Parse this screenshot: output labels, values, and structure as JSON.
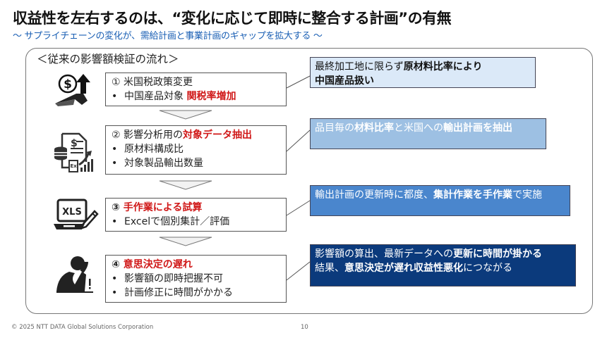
{
  "header": {
    "title": "収益性を左右するのは、“変化に応じて即時に整合する計画”の有無",
    "subtitle": "～ サプライチェーンの変化が、需給計画と事業計画のギャップを拡大する ～"
  },
  "frame": {
    "label": "＜従来の影響額検証の流れ＞"
  },
  "steps": [
    {
      "icon": "dollar-up-arrow-icon",
      "heading_prefix": "① 米国税政策変更",
      "heading_highlight": "",
      "bullets": [
        {
          "text": "中国産品対象 ",
          "highlight": "関税率増加"
        }
      ]
    },
    {
      "icon": "data-document-chart-icon",
      "heading_prefix": "② 影響分析用の",
      "heading_highlight": "対象データ抽出",
      "bullets": [
        {
          "text": "原材料構成比",
          "highlight": ""
        },
        {
          "text": "対象製品輸出数量",
          "highlight": ""
        }
      ]
    },
    {
      "icon": "laptop-xls-pencil-icon",
      "heading_prefix": "③ ",
      "heading_highlight": "手作業による試算",
      "bullets": [
        {
          "text": "Excelで個別集計／評価",
          "highlight": ""
        }
      ]
    },
    {
      "icon": "stressed-person-icon",
      "heading_prefix": "④ ",
      "heading_highlight": "意思決定の遅れ",
      "bullets": [
        {
          "text": "影響額の即時把握不可",
          "highlight": ""
        },
        {
          "text": "計画修正に時間がかかる",
          "highlight": ""
        }
      ]
    }
  ],
  "notes": [
    {
      "line1_a": "最終加工地に限らず",
      "line1_b": "原材料比率により",
      "line1_c": "",
      "line2_a": "",
      "line2_b": "中国産品扱い",
      "line2_c": ""
    },
    {
      "line1_a": "品目毎の",
      "line1_b": "材料比率",
      "line1_c": "と米国への",
      "line1_d": "輸出計画を抽出"
    },
    {
      "line1_a": "輸出計画の更新時に都度、",
      "line1_b": "集計作業を手作業",
      "line1_c": "で実施"
    },
    {
      "line1_a": "影響額の算出、最新データへの",
      "line1_b": "更新に時間が掛かる",
      "line2_a": "結果、",
      "line2_b": "意思決定が遅れ収益性悪化",
      "line2_c": "につながる"
    }
  ],
  "footer": {
    "copyright": "© 2025 NTT DATA Global Solutions Corporation",
    "page_number": "10"
  }
}
